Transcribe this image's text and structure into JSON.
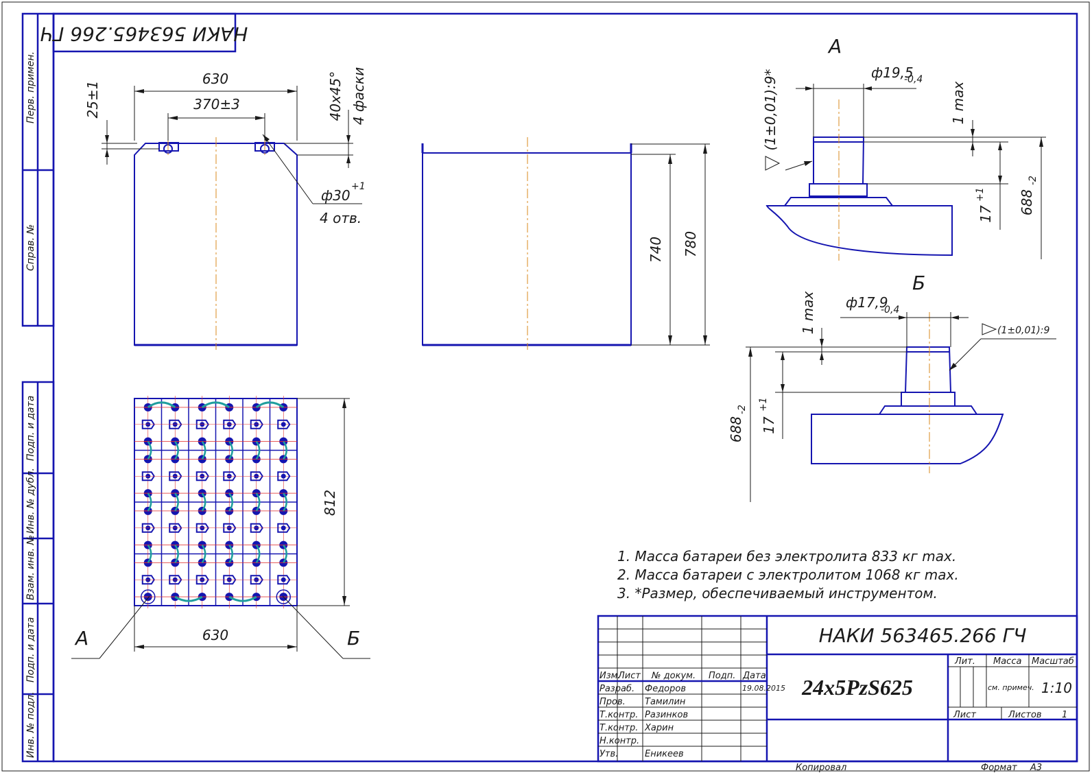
{
  "colors": {
    "outline": "#1515b0",
    "dim": "#1a1a1a",
    "axis": "#d98a1e",
    "jumper": "#1f9e9e",
    "hole": "#e03030"
  },
  "stamp_top": "НАКИ 563465.266 ГЧ",
  "side_labels": {
    "perv_primen": "Перв. примен.",
    "sprav_no": "Справ. №",
    "podp_data_1": "Подп. и дата",
    "inv_dubl": "Инв. № дубл.",
    "vzam_inv": "Взам. инв. №",
    "podp_data_2": "Подп. и дата",
    "inv_podl": "Инв. № подл."
  },
  "top_view": {
    "dim_width": "630",
    "dim_holes": "370±3",
    "dim_offset": "25±1",
    "chamfer": "40x45°",
    "chamfer_count": "4 фаски",
    "hole_dia": "ф30",
    "hole_dia_tol": "+1",
    "hole_count": "4 отв."
  },
  "front_view": {
    "dim_inner": "740",
    "dim_outer": "780"
  },
  "plan_view": {
    "dim_height": "812",
    "dim_width": "630",
    "label_a": "А",
    "label_b": "Б"
  },
  "detail_a": {
    "title": "А",
    "dia": "ф19,5",
    "dia_tol": "-0,4",
    "taper": "(1±0,01):9*",
    "dim_max": "1 max",
    "dim_17": "17",
    "dim_17_tol": "+1",
    "dim_688": "688",
    "dim_688_tol": "-2"
  },
  "detail_b": {
    "title": "Б",
    "dia": "ф17,9",
    "dia_tol": "-0,4",
    "taper": "(1±0,01):9",
    "dim_max": "1 max",
    "dim_17": "17",
    "dim_17_tol": "+1",
    "dim_688": "688",
    "dim_688_tol": "-2"
  },
  "notes": [
    "1. Масса батареи без электролита 833 кг max.",
    "2. Масса батареи с электролитом 1068 кг max.",
    "3. *Размер, обеспечиваемый инструментом."
  ],
  "title_block": {
    "designation": "НАКИ 563465.266 ГЧ",
    "product": "24x5PzS625",
    "col_izm": "Изм.",
    "col_list": "Лист",
    "col_doc": "№ докум.",
    "col_podp": "Подп.",
    "col_data": "Дата",
    "roles": [
      "Разраб.",
      "Пров.",
      "Т.контр.",
      "Т.контр.",
      "Н.контр.",
      "Утв."
    ],
    "names": [
      "Федоров",
      "Тамилин",
      "Разинков",
      "Харин",
      "",
      "Еникеев"
    ],
    "date": "19.08.2015",
    "lit": "Лит.",
    "massa": "Масса",
    "masshtab": "Масштаб",
    "massa_value": "см. примеч.",
    "scale_value": "1:10",
    "list_label": "Лист",
    "listov_label": "Листов",
    "listov_value": "1",
    "copied": "Копировал",
    "format_label": "Формат",
    "format_value": "А3"
  }
}
